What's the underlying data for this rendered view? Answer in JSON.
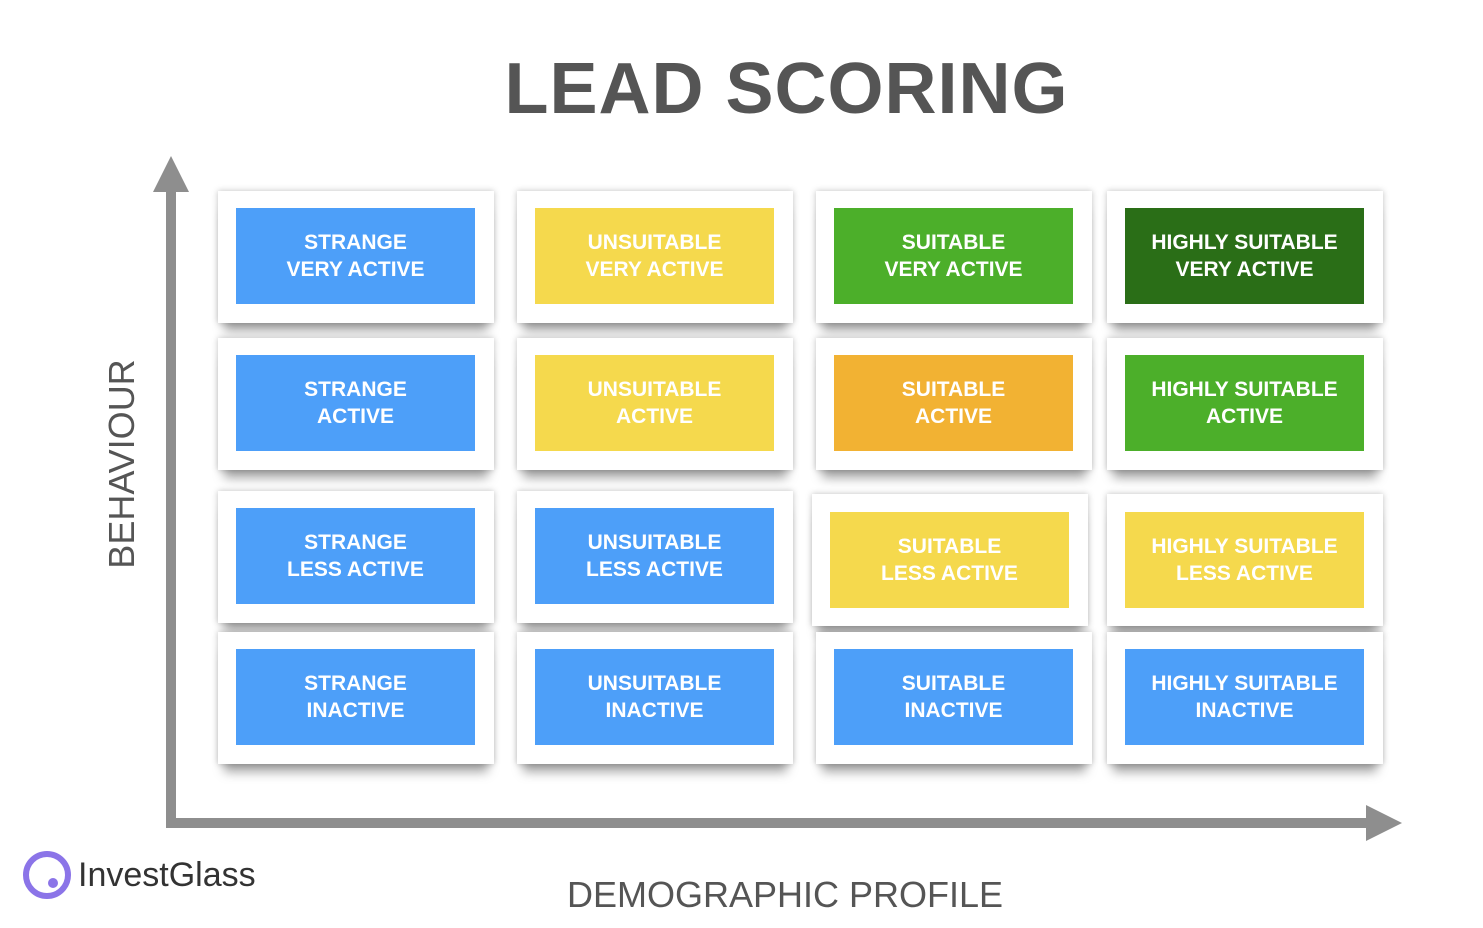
{
  "title": "LEAD SCORING",
  "axes": {
    "y_label": "BEHAVIOUR",
    "x_label": "DEMOGRAPHIC PROFILE"
  },
  "logo": {
    "text": "InvestGlass",
    "accent": "#8b74e8"
  },
  "colors": {
    "blue": "#4d9ff9",
    "yellow": "#f5d94d",
    "orange": "#f2b233",
    "green": "#4caf2a",
    "dark_green": "#2a6e17"
  },
  "grid": {
    "columns": [
      "STRANGE",
      "UNSUITABLE",
      "SUITABLE",
      "HIGHLY SUITABLE"
    ],
    "rows": [
      "VERY ACTIVE",
      "ACTIVE",
      "LESS ACTIVE",
      "INACTIVE"
    ],
    "cells": [
      {
        "line1": "STRANGE",
        "line2": "VERY ACTIVE",
        "color": "#4d9ff9"
      },
      {
        "line1": "UNSUITABLE",
        "line2": "VERY ACTIVE",
        "color": "#f5d94d"
      },
      {
        "line1": "SUITABLE",
        "line2": "VERY ACTIVE",
        "color": "#4caf2a"
      },
      {
        "line1": "HIGHLY SUITABLE",
        "line2": "VERY ACTIVE",
        "color": "#2a6e17"
      },
      {
        "line1": "STRANGE",
        "line2": "ACTIVE",
        "color": "#4d9ff9"
      },
      {
        "line1": "UNSUITABLE",
        "line2": "ACTIVE",
        "color": "#f5d94d"
      },
      {
        "line1": "SUITABLE",
        "line2": "ACTIVE",
        "color": "#f2b233"
      },
      {
        "line1": "HIGHLY SUITABLE",
        "line2": "ACTIVE",
        "color": "#4caf2a"
      },
      {
        "line1": "STRANGE",
        "line2": "LESS ACTIVE",
        "color": "#4d9ff9"
      },
      {
        "line1": "UNSUITABLE",
        "line2": "LESS ACTIVE",
        "color": "#4d9ff9"
      },
      {
        "line1": "SUITABLE",
        "line2": "LESS ACTIVE",
        "color": "#f5d94d"
      },
      {
        "line1": "HIGHLY SUITABLE",
        "line2": "LESS ACTIVE",
        "color": "#f5d94d"
      },
      {
        "line1": "STRANGE",
        "line2": "INACTIVE",
        "color": "#4d9ff9"
      },
      {
        "line1": "UNSUITABLE",
        "line2": "INACTIVE",
        "color": "#4d9ff9"
      },
      {
        "line1": "SUITABLE",
        "line2": "INACTIVE",
        "color": "#4d9ff9"
      },
      {
        "line1": "HIGHLY SUITABLE",
        "line2": "INACTIVE",
        "color": "#4d9ff9"
      }
    ]
  }
}
